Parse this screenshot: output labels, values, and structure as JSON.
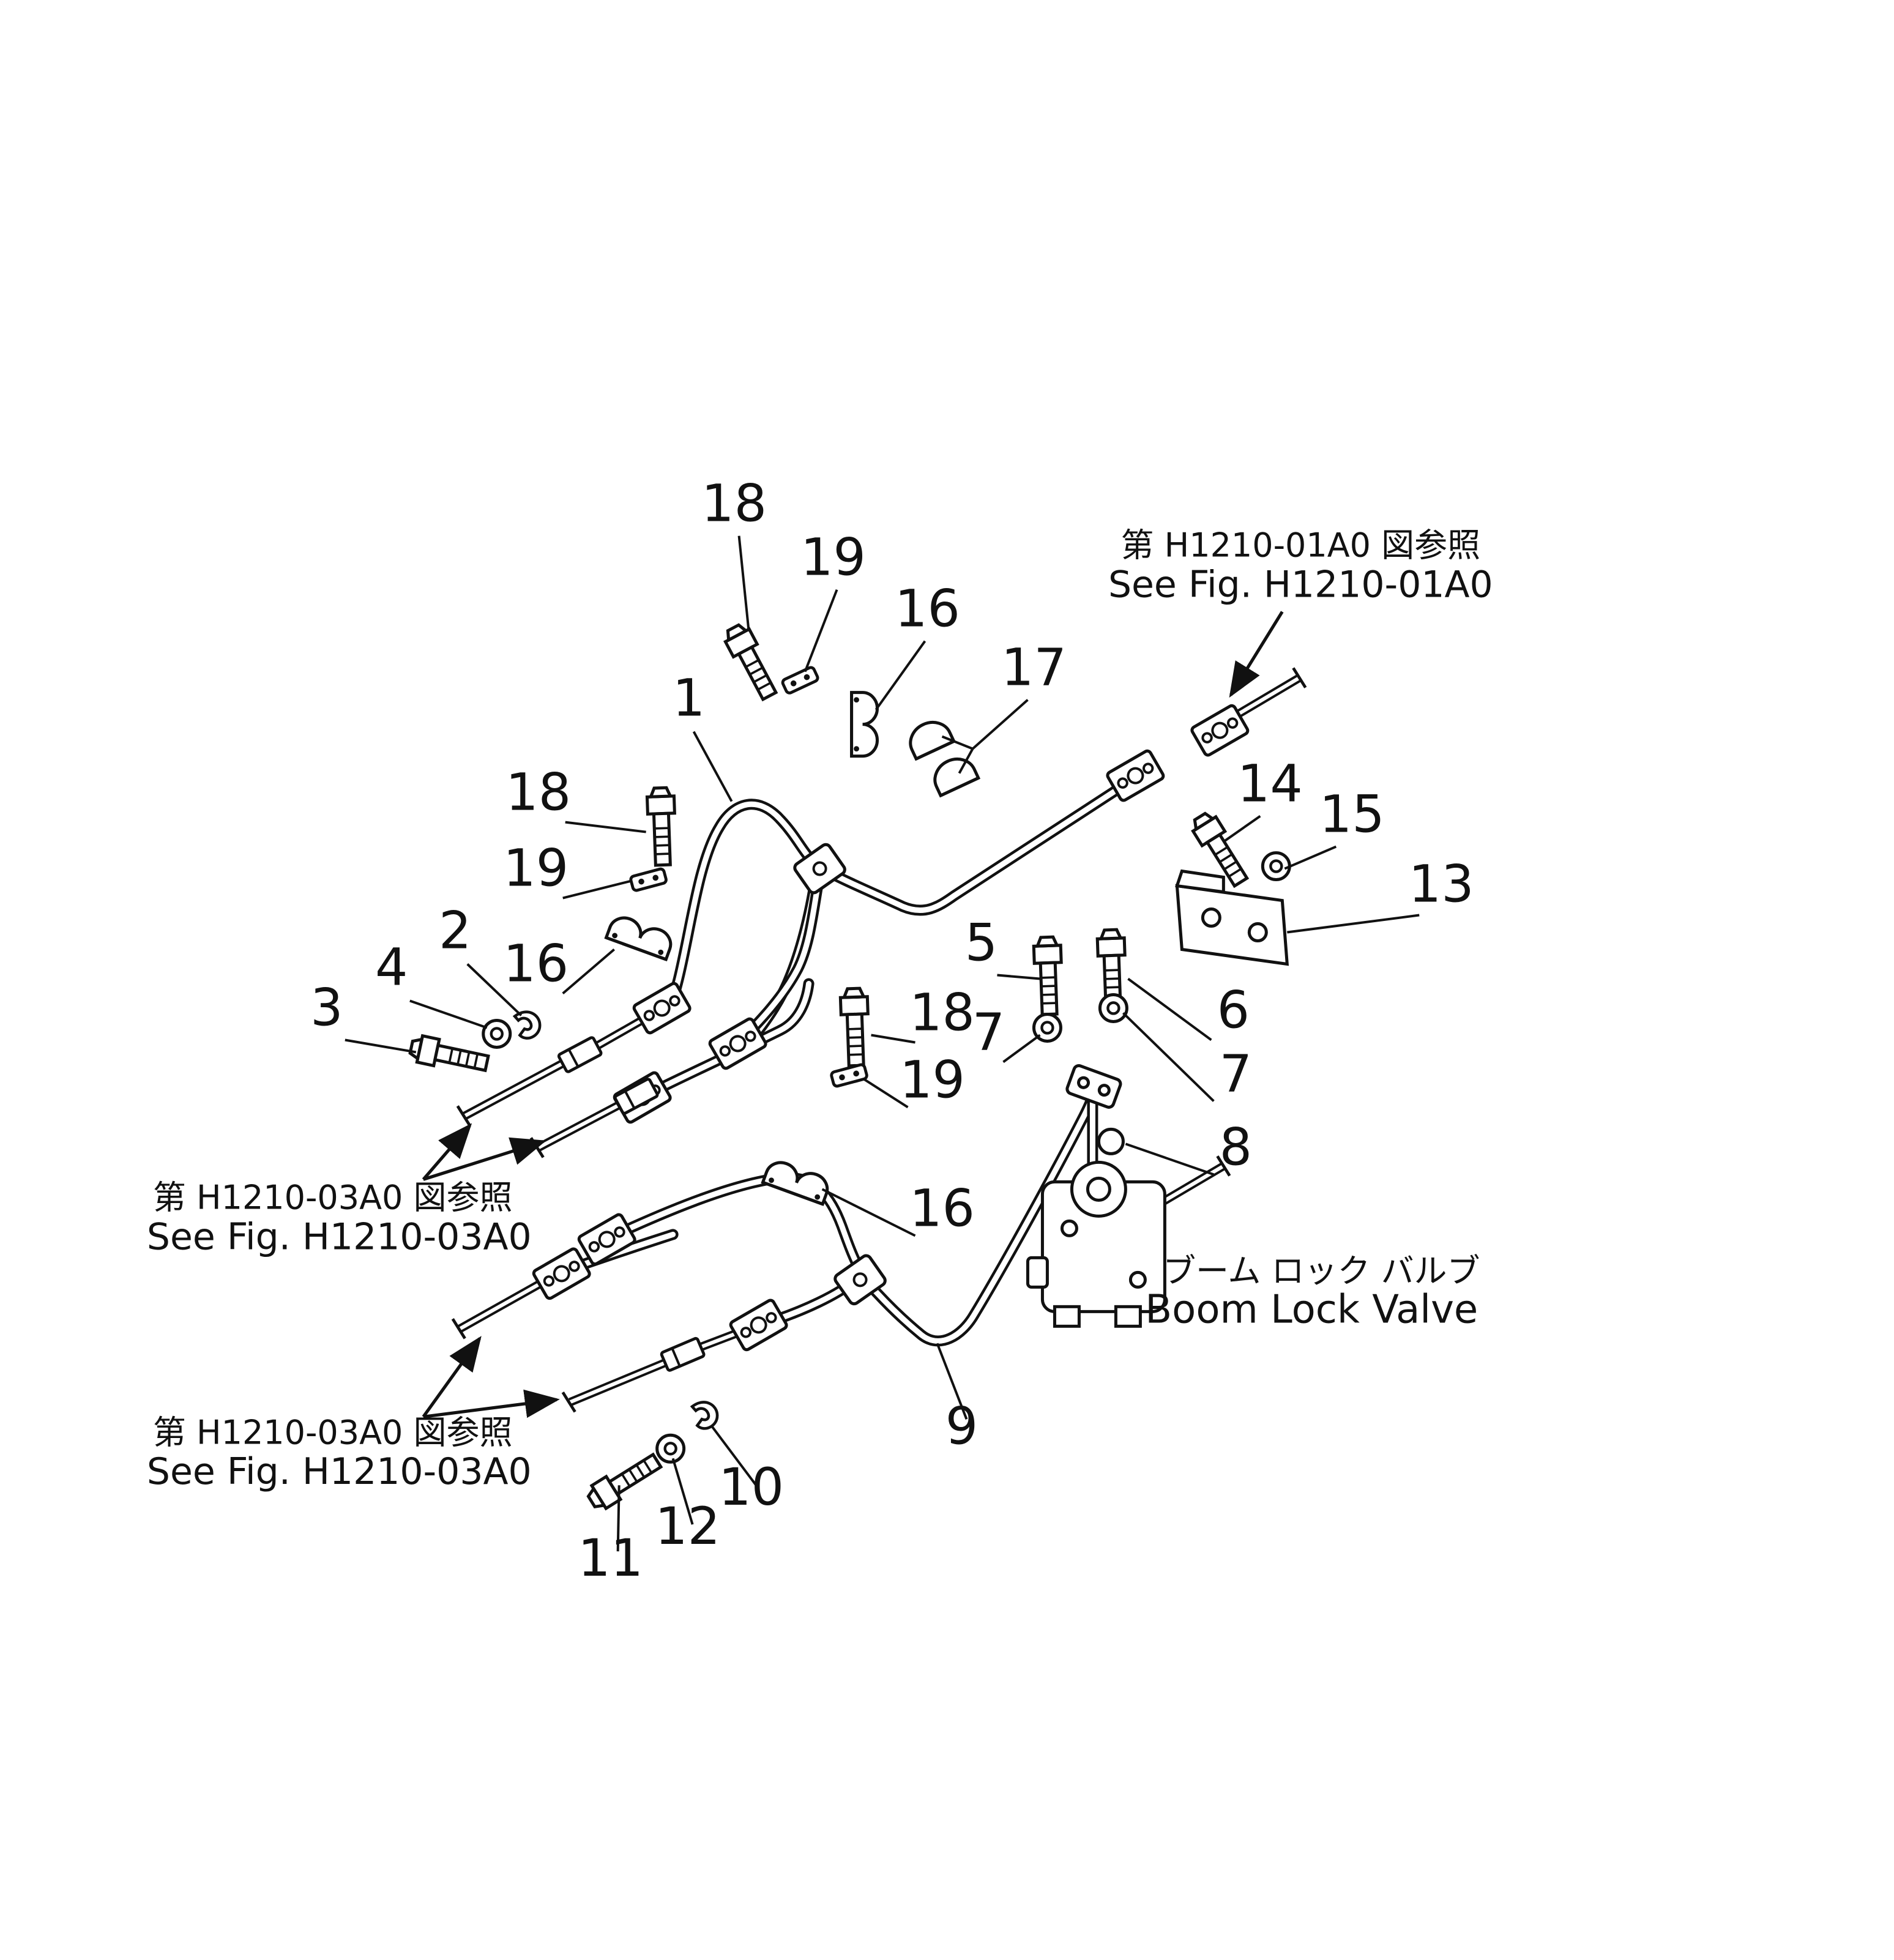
{
  "page": {
    "background": "#ffffff",
    "ink": "#111111"
  },
  "references": {
    "fig01a0": {
      "jp": "第 H1210-01A0 図参照",
      "en": "See Fig. H1210-01A0"
    },
    "fig03a0": {
      "jp": "第 H1210-03A0 図参照",
      "en": "See Fig. H1210-03A0"
    }
  },
  "valve_label": {
    "jp": "ブーム ロック バルブ",
    "en": "Boom Lock Valve"
  },
  "parts": {
    "p1": "1",
    "p2": "2",
    "p3": "3",
    "p4": "4",
    "p5": "5",
    "p6": "6",
    "p7": "7",
    "p8": "8",
    "p9": "9",
    "p10": "10",
    "p11": "11",
    "p12": "12",
    "p13": "13",
    "p14": "14",
    "p15": "15",
    "p16": "16",
    "p17": "17",
    "p18": "18",
    "p19": "19"
  }
}
